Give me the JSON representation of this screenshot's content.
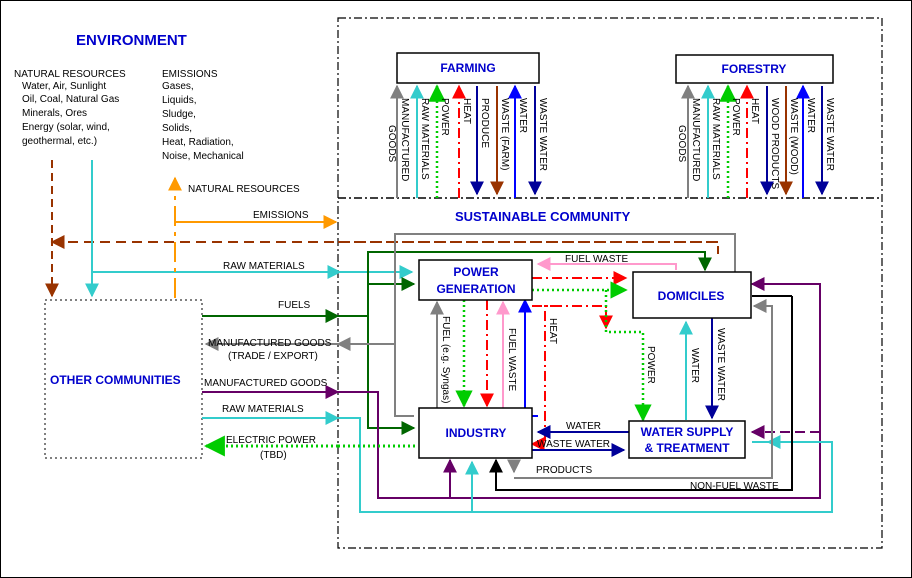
{
  "titles": {
    "environment": "ENVIRONMENT",
    "sustainable_community": "SUSTAINABLE COMMUNITY",
    "other_communities": "OTHER COMMUNITIES"
  },
  "environment": {
    "natural_resources_heading": "NATURAL RESOURCES",
    "natural_resources_lines": [
      "Water, Air, Sunlight",
      "Oil, Coal, Natural Gas",
      "Minerals, Ores",
      "Energy (solar, wind,",
      "geothermal, etc.)"
    ],
    "emissions_heading": "EMISSIONS",
    "emissions_lines": [
      "Gases,",
      "Liquids,",
      "Sludge,",
      "Solids,",
      "Heat, Radiation,",
      "Noise, Mechanical"
    ]
  },
  "boxes": {
    "farming": "FARMING",
    "forestry": "FORESTRY",
    "power_generation_1": "POWER",
    "power_generation_2": "GENERATION",
    "domiciles": "DOMICILES",
    "industry": "INDUSTRY",
    "water_1": "WATER SUPPLY",
    "water_2": "& TREATMENT"
  },
  "farming_flows": [
    "MANUFACTURED GOODS",
    "RAW MATERIALS",
    "POWER",
    "HEAT",
    "PRODUCE",
    "WASTE (FARM)",
    "WATER",
    "WASTE WATER"
  ],
  "forestry_flows": [
    "MANUFACTURED GOODS",
    "RAW MATERIALS",
    "POWER",
    "HEAT",
    "WOOD PRODUCTS",
    "WASTE (WOOD)",
    "WATER",
    "WASTE WATER"
  ],
  "edge_labels": {
    "natural_resources": "NATURAL RESOURCES",
    "emissions": "EMISSIONS",
    "raw_materials_1": "RAW MATERIALS",
    "fuels": "FUELS",
    "manufactured_goods_export": "MANUFACTURED GOODS",
    "trade_export": "(TRADE / EXPORT)",
    "manufactured_goods_in": "MANUFACTURED GOODS",
    "raw_materials_2": "RAW MATERIALS",
    "electric_power": "ELECTRIC POWER",
    "tbd": "(TBD)",
    "fuel_waste": "FUEL WASTE",
    "heat": "HEAT",
    "fuel_syngas": "FUEL (e.g. Syngas)",
    "fuel_waste_v": "FUEL WASTE",
    "power": "POWER",
    "water_v": "WATER",
    "waste_water_v": "WASTE WATER",
    "water_h": "WATER",
    "waste_water_h": "WASTE WATER",
    "products": "PRODUCTS",
    "non_fuel_waste": "NON-FUEL WASTE"
  },
  "colors": {
    "title_blue": "#0000cc",
    "grey": "#808080",
    "cyan": "#33cccc",
    "green": "#00cc00",
    "red": "#ff0000",
    "navy": "#000099",
    "brown": "#993300",
    "dark_green": "#006600",
    "orange": "#ff9900",
    "pink": "#ff99cc",
    "purple": "#660066",
    "blue": "#0000ff"
  }
}
